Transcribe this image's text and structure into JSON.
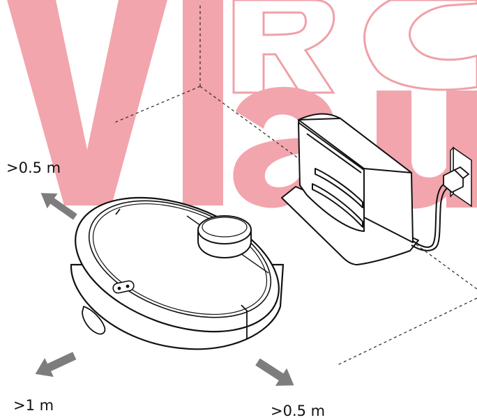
{
  "watermark": {
    "text": "ViRo Vlau",
    "color": "#f2a5ac",
    "outline_color": "#f0a0a8"
  },
  "labels": {
    "left_distance": ">0.5 m",
    "front_distance": ">1 m",
    "right_distance": ">0.5 m"
  },
  "colors": {
    "line": "#111111",
    "arrow": "#7d7d7d",
    "dashed": "#333333"
  }
}
